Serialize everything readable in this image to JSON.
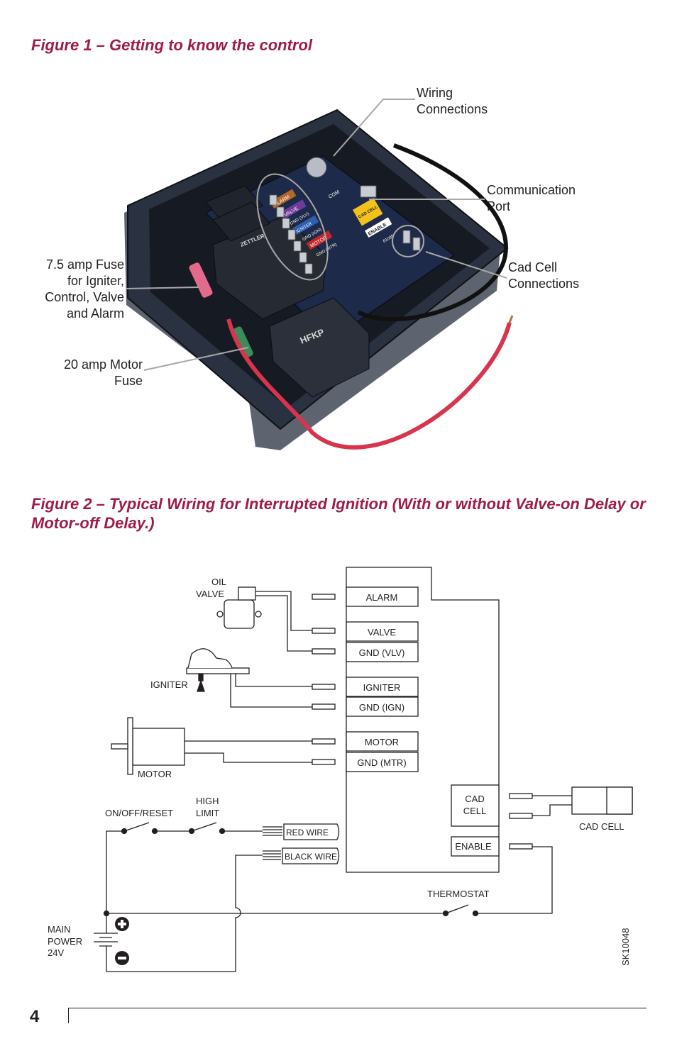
{
  "figure1": {
    "title": "Figure 1 – Getting to know the control",
    "callouts": {
      "wiring_l1": "Wiring",
      "wiring_l2": "Connections",
      "comm_l1": "Communication",
      "comm_l2": "Port",
      "cad_l1": "Cad Cell",
      "cad_l2": "Connections",
      "fuse75_l1": "7.5 amp Fuse",
      "fuse75_l2": "for Igniter,",
      "fuse75_l3": "Control, Valve",
      "fuse75_l4": "and Alarm",
      "fuse20_l1": "20 amp Motor",
      "fuse20_l2": "Fuse"
    },
    "board": {
      "zettler": "ZETTLER",
      "hfkp": "HFKP",
      "alarm": "ALARM",
      "valve": "VALVE",
      "gnd_vlv": "GND (VLV)",
      "igniter": "IGNITER",
      "gnd_ign": "GND (IGN)",
      "motor": "MOTOR",
      "gnd_mtr": "GND (MTR)",
      "com": "COM",
      "cad_cell": "CAD CELL",
      "enable": "ENABLE",
      "code": "61095"
    }
  },
  "figure2": {
    "title": "Figure 2 – Typical Wiring for Interrupted Ignition (With or without Valve-on Delay or Motor-off Delay.)",
    "terminals": [
      "ALARM",
      "VALVE",
      "GND (VLV)",
      "IGNITER",
      "GND (IGN)",
      "MOTOR",
      "GND (MTR)"
    ],
    "cad_cell_l1": "CAD",
    "cad_cell_l2": "CELL",
    "enable": "ENABLE",
    "oil_valve_l1": "OIL",
    "oil_valve_l2": "VALVE",
    "igniter": "IGNITER",
    "motor": "MOTOR",
    "on_off_reset": "ON/OFF/RESET",
    "high_limit_l1": "HIGH",
    "high_limit_l2": "LIMIT",
    "red_wire": "RED WIRE",
    "black_wire": "BLACK WIRE",
    "cad_cell_device": "CAD CELL",
    "thermostat": "THERMOSTAT",
    "main_power_l1": "MAIN",
    "main_power_l2": "POWER",
    "main_power_l3": "24V",
    "drawing_code": "SK10048"
  },
  "page": {
    "number": "4"
  },
  "colors": {
    "title": "#9e1c47",
    "red_wire": "#d8344e",
    "board": "#1e2a4a"
  }
}
